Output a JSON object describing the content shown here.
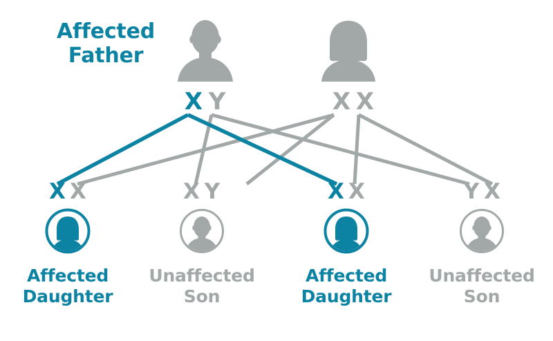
{
  "diagram": {
    "title_visible": false,
    "colors": {
      "affected": "#0d83a3",
      "unaffected": "#a2a7a7",
      "background": "#ffffff"
    }
  },
  "parents": {
    "father": {
      "label": "Affected\nFather",
      "label_line1": "Affected",
      "label_line2": "Father",
      "icon": "male-silhouette-icon",
      "status": "affected",
      "alleles": [
        {
          "symbol": "X",
          "state": "affected"
        },
        {
          "symbol": "Y",
          "state": "unaffected"
        }
      ]
    },
    "mother": {
      "label": "",
      "icon": "female-silhouette-icon",
      "status": "unaffected",
      "alleles": [
        {
          "symbol": "X",
          "state": "unaffected"
        },
        {
          "symbol": "X",
          "state": "unaffected"
        }
      ]
    }
  },
  "children": [
    {
      "icon": "female-circle-icon",
      "status": "affected",
      "alleles": [
        {
          "symbol": "X",
          "state": "affected"
        },
        {
          "symbol": "X",
          "state": "unaffected"
        }
      ],
      "caption_line1": "Affected",
      "caption_line2": "Daughter"
    },
    {
      "icon": "male-circle-icon",
      "status": "unaffected",
      "alleles": [
        {
          "symbol": "X",
          "state": "unaffected"
        },
        {
          "symbol": "Y",
          "state": "unaffected"
        }
      ],
      "caption_line1": "Unaffected",
      "caption_line2": "Son"
    },
    {
      "icon": "female-circle-icon",
      "status": "affected",
      "alleles": [
        {
          "symbol": "X",
          "state": "affected"
        },
        {
          "symbol": "X",
          "state": "unaffected"
        }
      ],
      "caption_line1": "Affected",
      "caption_line2": "Daughter"
    },
    {
      "icon": "male-circle-icon",
      "status": "unaffected",
      "alleles": [
        {
          "symbol": "Y",
          "state": "unaffected"
        },
        {
          "symbol": "X",
          "state": "unaffected"
        }
      ],
      "caption_line1": "Unaffected",
      "caption_line2": "Son"
    }
  ]
}
